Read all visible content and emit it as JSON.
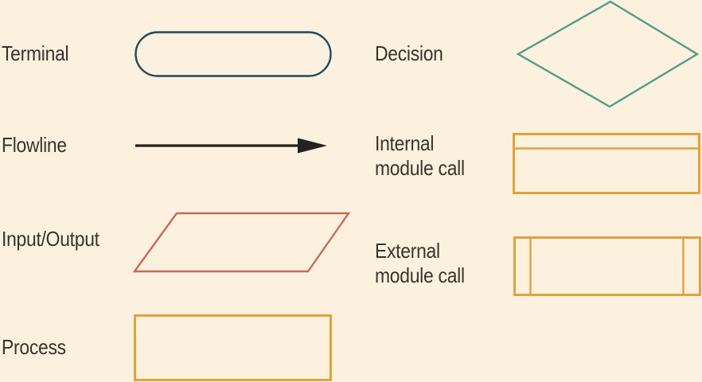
{
  "diagram": {
    "description": "Flowchart symbol legend",
    "legend": {
      "items": [
        {
          "label": "Terminal",
          "shape": "terminal",
          "symbol": "rounded-rectangle"
        },
        {
          "label": "Flowline",
          "shape": "flowline",
          "symbol": "arrow"
        },
        {
          "label": "Input/Output",
          "shape": "input-output",
          "symbol": "parallelogram"
        },
        {
          "label": "Process",
          "shape": "process",
          "symbol": "rectangle"
        },
        {
          "label": "Decision",
          "shape": "decision",
          "symbol": "diamond"
        },
        {
          "label": "Internal module call",
          "shape": "internal-module-call",
          "symbol": "rectangle-with-top-stripe"
        },
        {
          "label": "External module call",
          "shape": "external-module-call",
          "symbol": "rectangle-with-side-stripes"
        }
      ]
    },
    "colors": {
      "background": "#fbf1de",
      "text": "#3a332d",
      "terminal_stroke": "#21495d",
      "decision_stroke": "#4f9d8a",
      "input_output_stroke": "#c96a57",
      "module_stroke": "#e1a23c",
      "flowline": "#26211d"
    }
  }
}
